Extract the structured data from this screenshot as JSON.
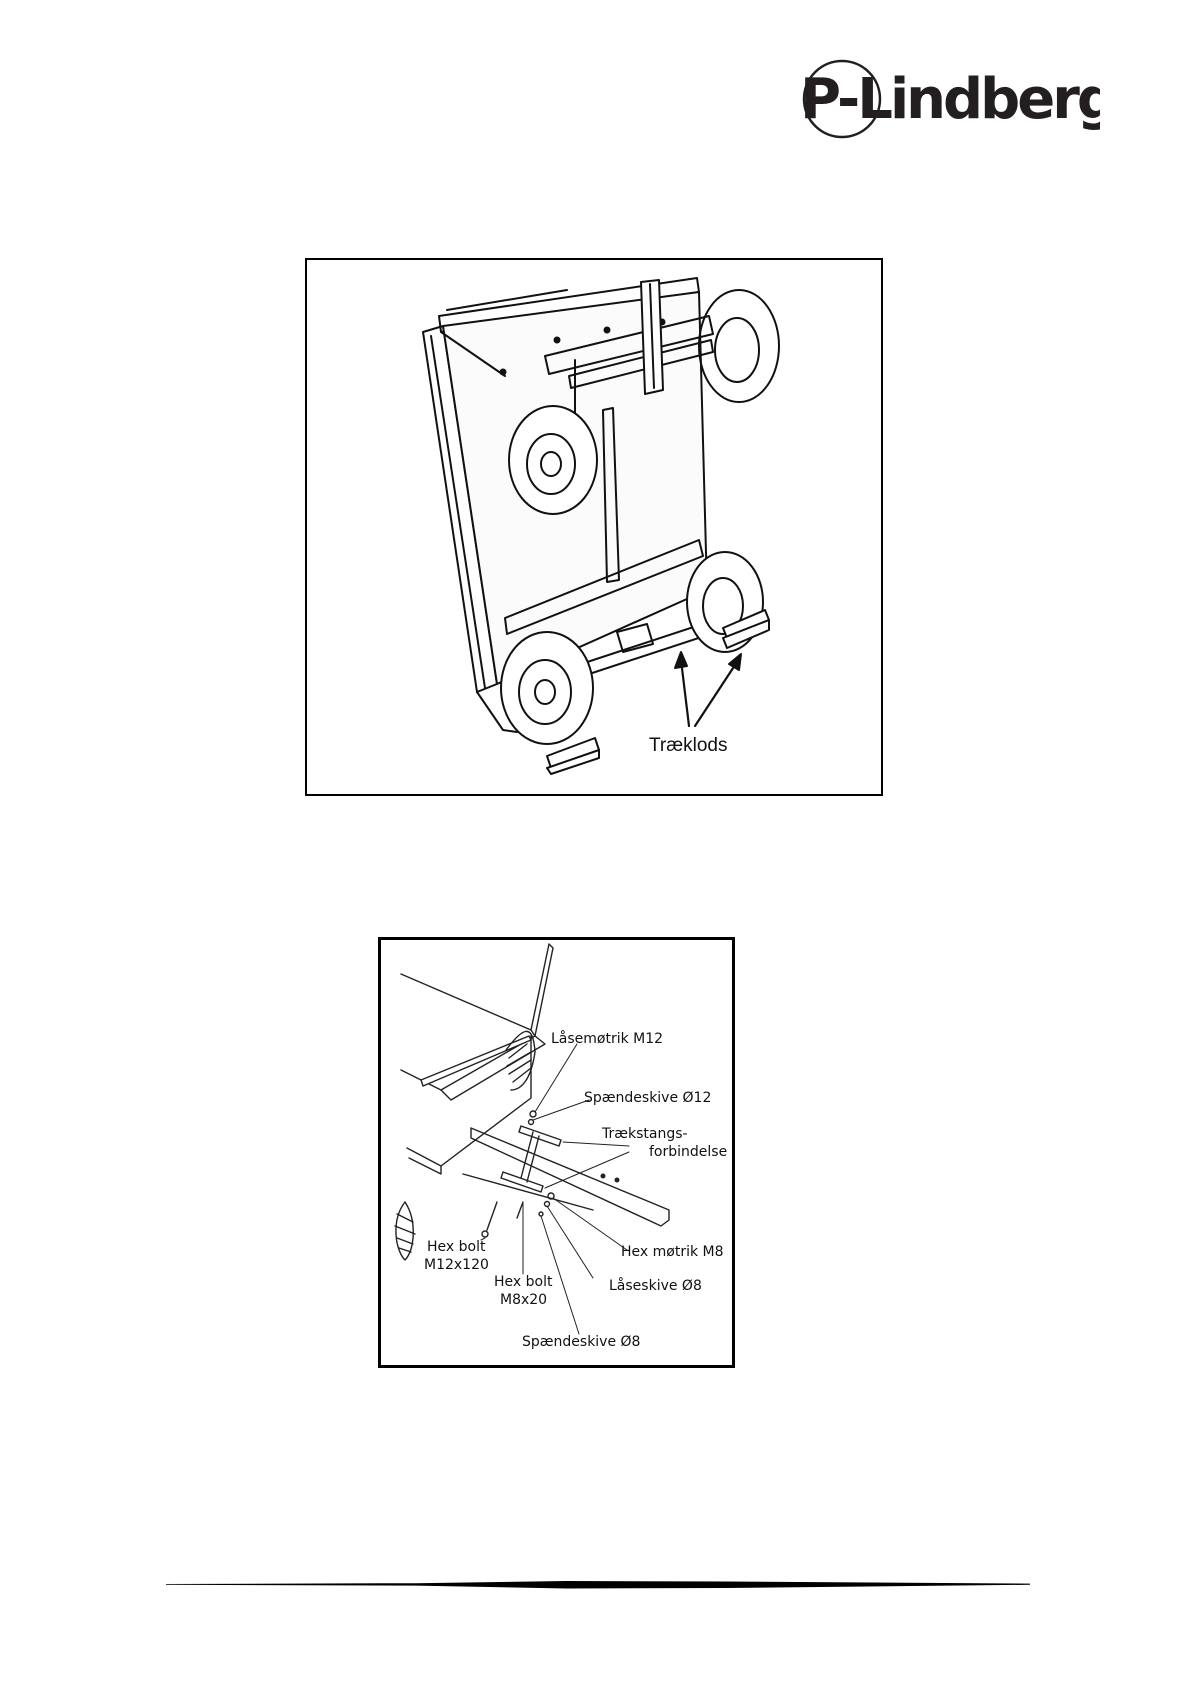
{
  "header": {
    "logo_text": "P-Lindberg",
    "logo_color": "#231f20"
  },
  "figure1": {
    "labels": {
      "traeklods": "Træklods"
    }
  },
  "figure2": {
    "labels": {
      "laasemoetrik": "Låsemøtrik M12",
      "spaendeskive12": "Spændeskive Ø12",
      "traekstangs_line1": "Trækstangs-",
      "traekstangs_line2": "forbindelse",
      "hexmoetrik": "Hex møtrik M8",
      "laaseskive": "Låseskive Ø8",
      "hexbolt12_line1": "Hex bolt",
      "hexbolt12_line2": "M12x120",
      "hexbolt8_line1": "Hex bolt",
      "hexbolt8_line2": "M8x20",
      "spaendeskive8": "Spændeskive Ø8"
    }
  }
}
